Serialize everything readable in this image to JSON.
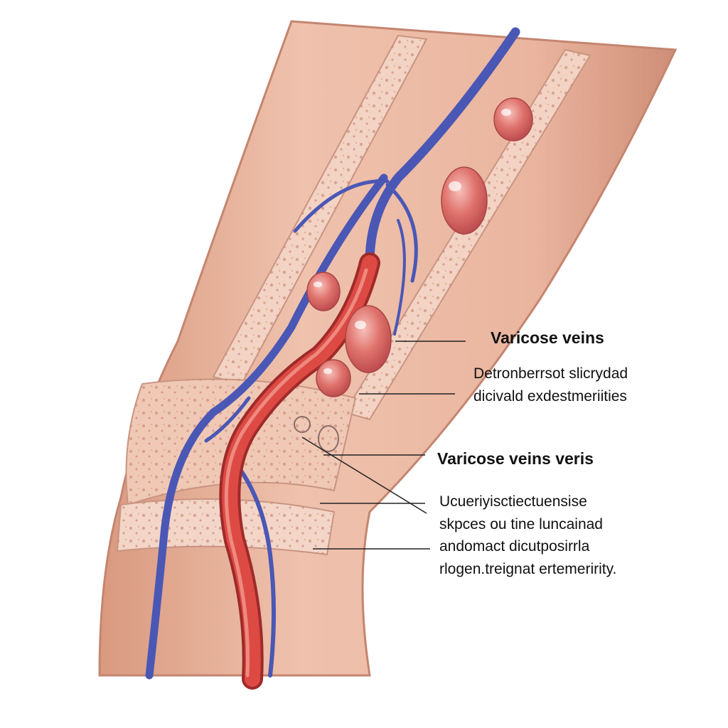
{
  "labels": [
    {
      "title": "Varicose veins",
      "lines": [
        "Detronberrsot slicrydad",
        "dicivald exdestmeriities"
      ]
    },
    {
      "title": "Varicose veins veris",
      "lines": [
        "Ucueriyisctiectuensise",
        "skpces ou tine luncainad",
        "andomact dicutposirrla",
        "rlogen.treignat ertemeririty."
      ]
    }
  ],
  "colors": {
    "skin": "#e8b39c",
    "skin_dark": "#c98a74",
    "vein_blue": "#4a57b5",
    "artery_red": "#d8403c",
    "bulge": "#d96a66"
  }
}
